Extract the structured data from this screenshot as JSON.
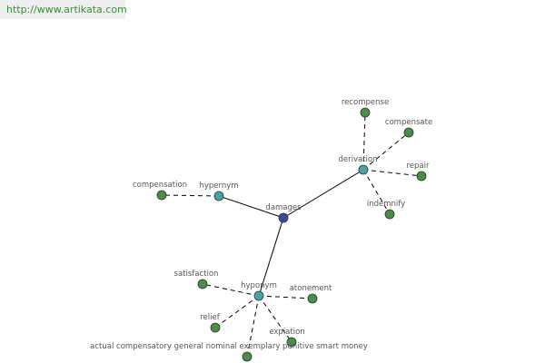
{
  "header": {
    "url": "http://www.artikata.com"
  },
  "colors": {
    "center_node": "#3a4ba3",
    "relation_node": "#4aa3a3",
    "leaf_node": "#4b8c4b",
    "node_stroke": "#333333",
    "edge": "#000000",
    "url_text": "#3a8d3a"
  },
  "graph": {
    "center": {
      "id": "damages",
      "label": "damages",
      "kind": "center"
    },
    "relations": [
      {
        "id": "hypernym",
        "label": "hypernym",
        "kind": "relation"
      },
      {
        "id": "derivation",
        "label": "derivation",
        "kind": "relation"
      },
      {
        "id": "hyponym",
        "label": "hyponym",
        "kind": "relation"
      }
    ],
    "leaves": [
      {
        "id": "compensation",
        "label": "compensation",
        "parent": "hypernym"
      },
      {
        "id": "recompense",
        "label": "recompense",
        "parent": "derivation"
      },
      {
        "id": "compensate",
        "label": "compensate",
        "parent": "derivation"
      },
      {
        "id": "repair",
        "label": "repair",
        "parent": "derivation"
      },
      {
        "id": "indemnify",
        "label": "indemnify",
        "parent": "derivation"
      },
      {
        "id": "satisfaction",
        "label": "satisfaction",
        "parent": "hyponym"
      },
      {
        "id": "atonement",
        "label": "atonement",
        "parent": "hyponym"
      },
      {
        "id": "relief",
        "label": "relief",
        "parent": "hyponym"
      },
      {
        "id": "expiation",
        "label": "expiation",
        "parent": "hyponym"
      },
      {
        "id": "money-types",
        "label": "actual compensatory general nominal exemplary punitive smart money",
        "parent": "hyponym"
      }
    ],
    "edges": [
      {
        "from": "damages",
        "to": "hypernym",
        "style": "solid"
      },
      {
        "from": "damages",
        "to": "derivation",
        "style": "solid"
      },
      {
        "from": "damages",
        "to": "hyponym",
        "style": "solid"
      },
      {
        "from": "hypernym",
        "to": "compensation",
        "style": "dashed"
      },
      {
        "from": "derivation",
        "to": "recompense",
        "style": "dashed"
      },
      {
        "from": "derivation",
        "to": "compensate",
        "style": "dashed"
      },
      {
        "from": "derivation",
        "to": "repair",
        "style": "dashed"
      },
      {
        "from": "derivation",
        "to": "indemnify",
        "style": "dashed"
      },
      {
        "from": "hyponym",
        "to": "satisfaction",
        "style": "dashed"
      },
      {
        "from": "hyponym",
        "to": "atonement",
        "style": "dashed"
      },
      {
        "from": "hyponym",
        "to": "relief",
        "style": "dashed"
      },
      {
        "from": "hyponym",
        "to": "expiation",
        "style": "dashed"
      },
      {
        "from": "hyponym",
        "to": "money-types",
        "style": "dashed"
      }
    ]
  }
}
